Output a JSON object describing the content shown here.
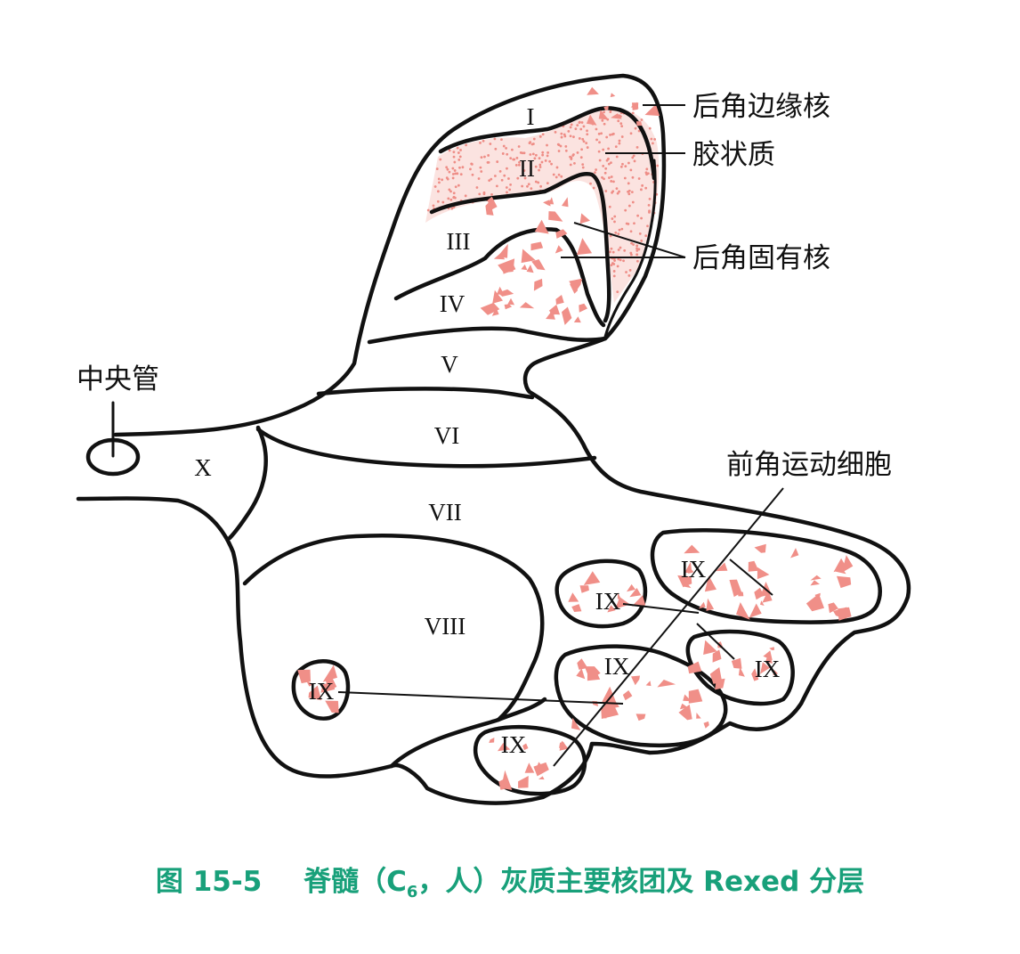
{
  "laminae": {
    "I": "I",
    "II": "II",
    "III": "III",
    "IV": "IV",
    "V": "V",
    "VI": "VI",
    "VII": "VII",
    "VIII": "VIII",
    "IX": "IX",
    "X": "X"
  },
  "callouts": {
    "marginal_nucleus": "后角边缘核",
    "substantia_gelatinosa": "胶状质",
    "nucleus_proprius": "后角固有核",
    "central_canal": "中央管",
    "anterior_horn_motor_cells": "前角运动细胞"
  },
  "caption": {
    "figure_number": "图 15-5",
    "title_prefix": "脊髓（C",
    "subscript": "6",
    "title_suffix": "，人）灰质主要核团及 Rexed 分层"
  },
  "colors": {
    "outline": "#111111",
    "nucleus_fill": "#f08f88",
    "caption": "#18a07a"
  }
}
